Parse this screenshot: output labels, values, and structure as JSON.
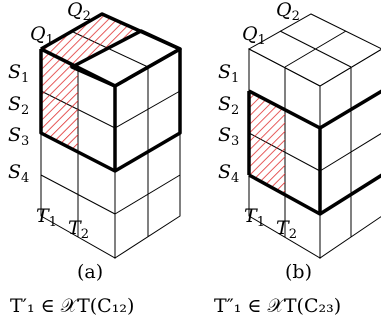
{
  "panels": [
    {
      "caption": "(a)",
      "formula": "T′₁ ∈ 𝒳T(C₁₂)",
      "top_labels": [
        "Q1",
        "Q2"
      ],
      "side_labels": [
        "S1",
        "S2",
        "S3",
        "S4"
      ],
      "bottom_labels": [
        "T1",
        "T2"
      ]
    },
    {
      "caption": "(b)",
      "formula": "T″₁ ∈ 𝒳T(C₂₃)",
      "top_labels": [
        "Q1",
        "Q2"
      ],
      "side_labels": [
        "S1",
        "S2",
        "S3",
        "S4"
      ],
      "bottom_labels": [
        "T1",
        "T2"
      ]
    }
  ],
  "colors": {
    "hatch": "#e03030",
    "line": "#000000"
  }
}
